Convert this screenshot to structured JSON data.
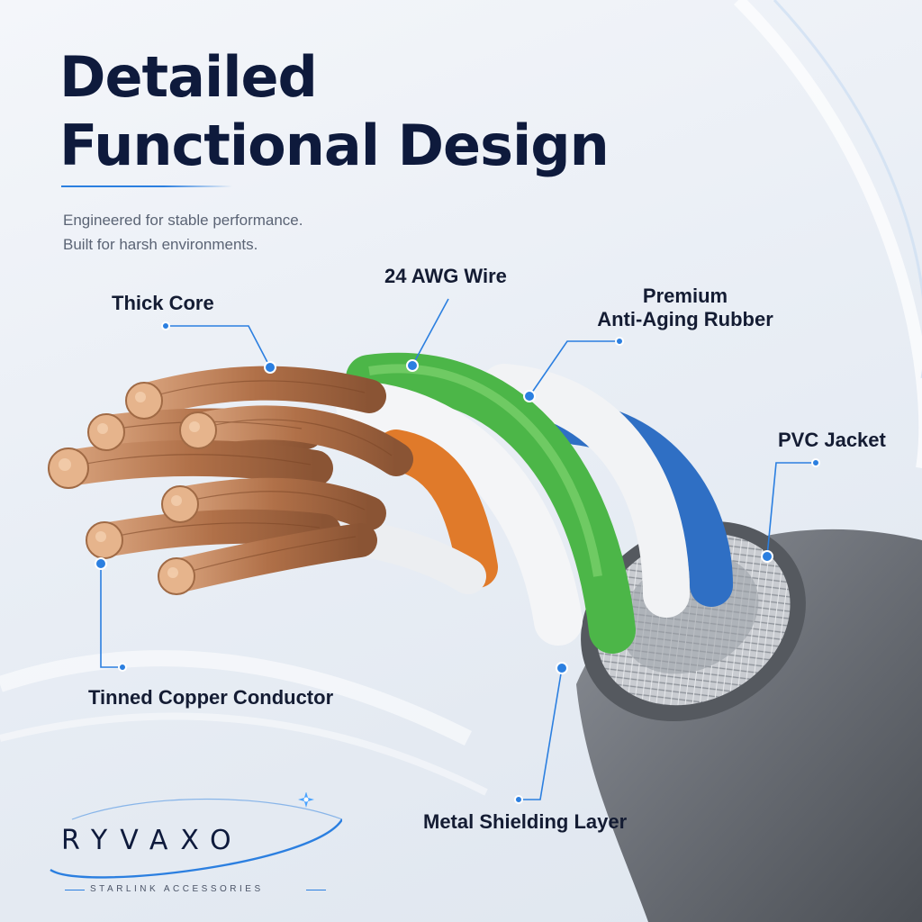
{
  "headline": {
    "line1": "Detailed",
    "line2": "Functional Design"
  },
  "subtitle": {
    "line1": "Engineered for stable performance.",
    "line2": "Built for harsh environments."
  },
  "labels": {
    "thick_core": "Thick Core",
    "awg_wire": "24 AWG Wire",
    "rubber_line1": "Premium",
    "rubber_line2": "Anti-Aging Rubber",
    "pvc_jacket": "PVC Jacket",
    "tinned_copper": "Tinned Copper Conductor",
    "metal_shielding": "Metal Shielding Layer"
  },
  "brand": {
    "name": "RYVAXO",
    "tagline": "STARLINK ACCESSORIES"
  },
  "colors": {
    "headline": "#0e1a3c",
    "accent": "#2b7fe0",
    "wire_green": "#4cb648",
    "wire_blue": "#2f6fc4",
    "wire_orange": "#e07a2a",
    "wire_white": "#f2f3f5",
    "copper": "#b87a52",
    "jacket_gray": "#6c7077"
  }
}
